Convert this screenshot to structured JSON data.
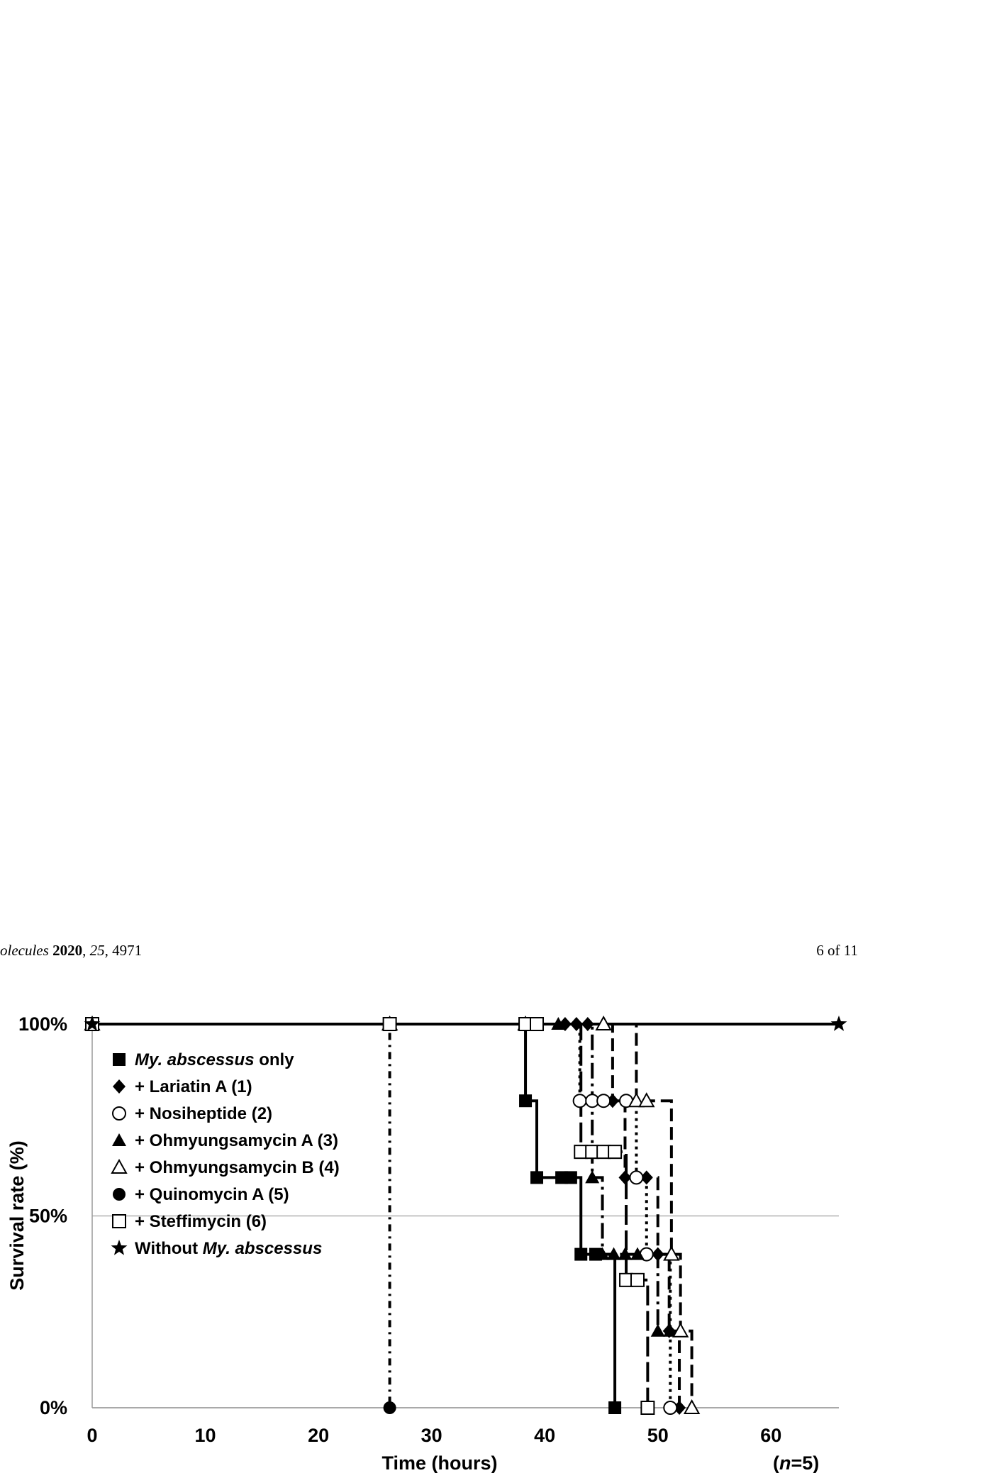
{
  "header": {
    "journal": "olecules",
    "year": "2020",
    "volume": "25",
    "article": "4971",
    "page_label": "6 of 11"
  },
  "chart_data": {
    "type": "line",
    "title": "",
    "xlabel": "Time (hours)",
    "ylabel": "Survival rate (%)",
    "note": "(n=5)",
    "note_prefix": "(",
    "note_italic": "n",
    "note_suffix": "=5)",
    "xlim": [
      0,
      66
    ],
    "ylim": [
      0,
      100
    ],
    "x_ticks": [
      0,
      10,
      20,
      30,
      40,
      50,
      60
    ],
    "y_ticks": [
      0,
      50,
      100
    ],
    "y_tick_labels": [
      "0%",
      "50%",
      "100%"
    ],
    "grid": "horizontal",
    "legend_position": "upper-left",
    "series": [
      {
        "name": "My. abscessus only",
        "legend_italic": "My. abscessus",
        "legend_suffix": " only",
        "marker": "square-filled",
        "line": "solid",
        "x": [
          0,
          26.3,
          38.3,
          39.3,
          41.5,
          42.3,
          43.2,
          44.5,
          46.2
        ],
        "y": [
          100,
          100,
          80,
          60,
          60,
          60,
          40,
          40,
          0
        ]
      },
      {
        "name": "+ Lariatin A (1)",
        "marker": "diamond-filled",
        "line": "dash",
        "x": [
          0,
          26.3,
          38.3,
          41.8,
          42.8,
          43.8,
          46.0,
          47.1,
          48.1,
          49.0,
          50.0,
          51.0,
          51.9
        ],
        "y": [
          100,
          100,
          100,
          100,
          100,
          100,
          80,
          60,
          60,
          60,
          40,
          20,
          0
        ]
      },
      {
        "name": "+ Nosiheptide (2)",
        "marker": "circle-open",
        "line": "dot",
        "x": [
          0,
          26.3,
          38.3,
          43.1,
          44.2,
          45.2,
          47.2,
          48.1,
          49.0,
          51.1
        ],
        "y": [
          100,
          100,
          100,
          80,
          80,
          80,
          80,
          60,
          40,
          0
        ]
      },
      {
        "name": "+ Ohmyungsamycin A (3)",
        "marker": "triangle-filled",
        "line": "longdashdot",
        "x": [
          0,
          26.3,
          38.3,
          41.2,
          44.2,
          45.1,
          46.1,
          47.1,
          48.2,
          50.0,
          51.1
        ],
        "y": [
          100,
          100,
          100,
          100,
          60,
          40,
          40,
          40,
          40,
          20,
          20
        ]
      },
      {
        "name": "+ Ohmyungsamycin B (4)",
        "marker": "triangle-open",
        "line": "dash",
        "x": [
          0,
          26.3,
          38.3,
          45.2,
          48.1,
          49.0,
          51.2,
          52.0,
          53.0
        ],
        "y": [
          100,
          100,
          100,
          100,
          80,
          80,
          40,
          20,
          0
        ]
      },
      {
        "name": "+ Quinomycin A (5)",
        "marker": "circle-filled",
        "line": "dashdot",
        "x": [
          0,
          26.3,
          26.3
        ],
        "y": [
          100,
          100,
          0
        ]
      },
      {
        "name": "+ Steffimycin (6)",
        "marker": "square-open",
        "line": "longdash",
        "x": [
          0,
          26.3,
          38.3,
          39.3,
          43.2,
          44.2,
          45.2,
          46.2,
          47.2,
          48.2,
          49.1
        ],
        "y": [
          100,
          100,
          100,
          100,
          66.7,
          66.7,
          66.7,
          66.7,
          33.3,
          33.3,
          0
        ]
      },
      {
        "name": "Without My. abscessus",
        "legend_prefix": "Without ",
        "legend_italic": "My. abscessus",
        "marker": "star",
        "line": "solid",
        "x": [
          0,
          66
        ],
        "y": [
          100,
          100
        ]
      }
    ]
  }
}
